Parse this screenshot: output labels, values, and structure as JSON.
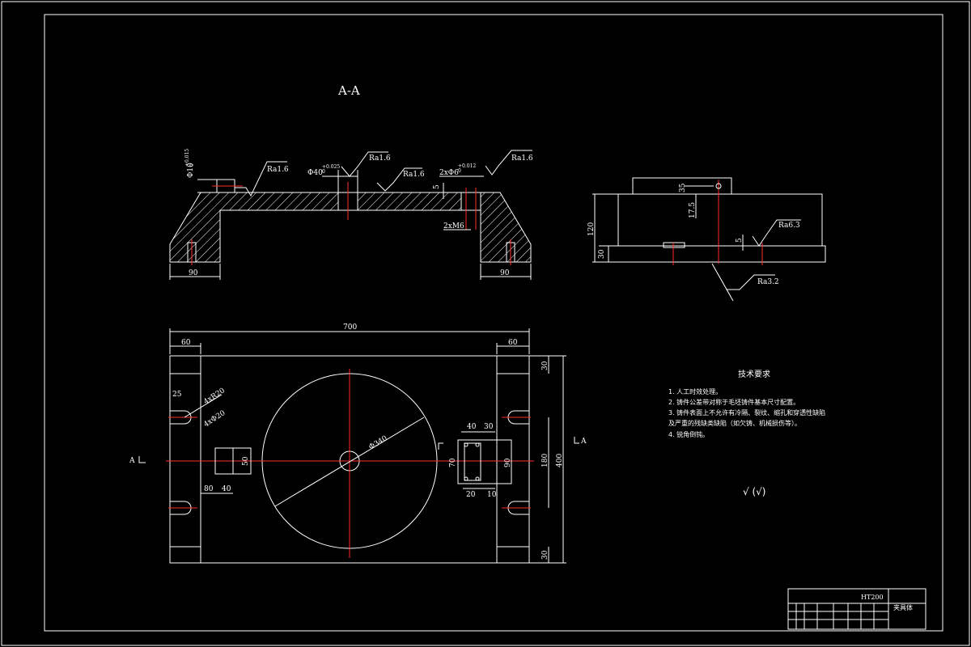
{
  "section_title": "A-A",
  "section_marker_left": "A",
  "section_marker_right": "A",
  "section_view": {
    "roughness": [
      "Ra1.6",
      "Ra1.6",
      "Ra1.6",
      "Ra1.6"
    ],
    "dim_d10": "Φ10",
    "tol_d10_upper": "+0.015",
    "tol_d10_lower": "0",
    "dim_d40": "Φ40",
    "tol_d40_upper": "+0.025",
    "tol_d40_lower": "0",
    "dim_2xd6": "2xΦ6",
    "tol_2xd6_upper": "+0.012",
    "tol_2xd6_lower": "0",
    "dim_5": "5",
    "dim_2xm6": "2xM6",
    "dim_left_90": "90",
    "dim_right_90": "90"
  },
  "side_view": {
    "dim_35": "35",
    "dim_17_5": "17.5",
    "dim_120": "120",
    "dim_30": "30",
    "dim_5": "5",
    "roughness_top": "Ra6.3",
    "roughness_bottom": "Ra3.2"
  },
  "plan_view": {
    "dim_700": "700",
    "dim_60_left": "60",
    "dim_60_right": "60",
    "dim_25": "25",
    "dim_4x20": "4xR20",
    "dim_4x20b": "4xΦ20",
    "dim_d340": "Φ340",
    "dim_50": "50",
    "dim_80": "80",
    "dim_40_bottom": "40",
    "dim_40": "40",
    "dim_30_top": "30",
    "dim_70": "70",
    "dim_90": "90",
    "dim_20": "20",
    "dim_10": "10",
    "dim_30_right_top": "30",
    "dim_180": "180",
    "dim_400": "400",
    "dim_30_right_bottom": "30"
  },
  "tech_requirements": {
    "title": "技术要求",
    "items": [
      "1. 人工时效处理。",
      "2. 铸件公差带对称于毛坯铸件基本尺寸配置。",
      "3. 铸件表面上不允许有冷隔、裂纹、缩孔和穿透性缺陷",
      "及严重的残缺类缺陷（如欠铸、机械损伤等）。",
      "4. 锐角倒钝。"
    ],
    "roughness_symbol": "√ (√)"
  },
  "title_block": {
    "material": "HT200",
    "part_name": "夹具体"
  }
}
